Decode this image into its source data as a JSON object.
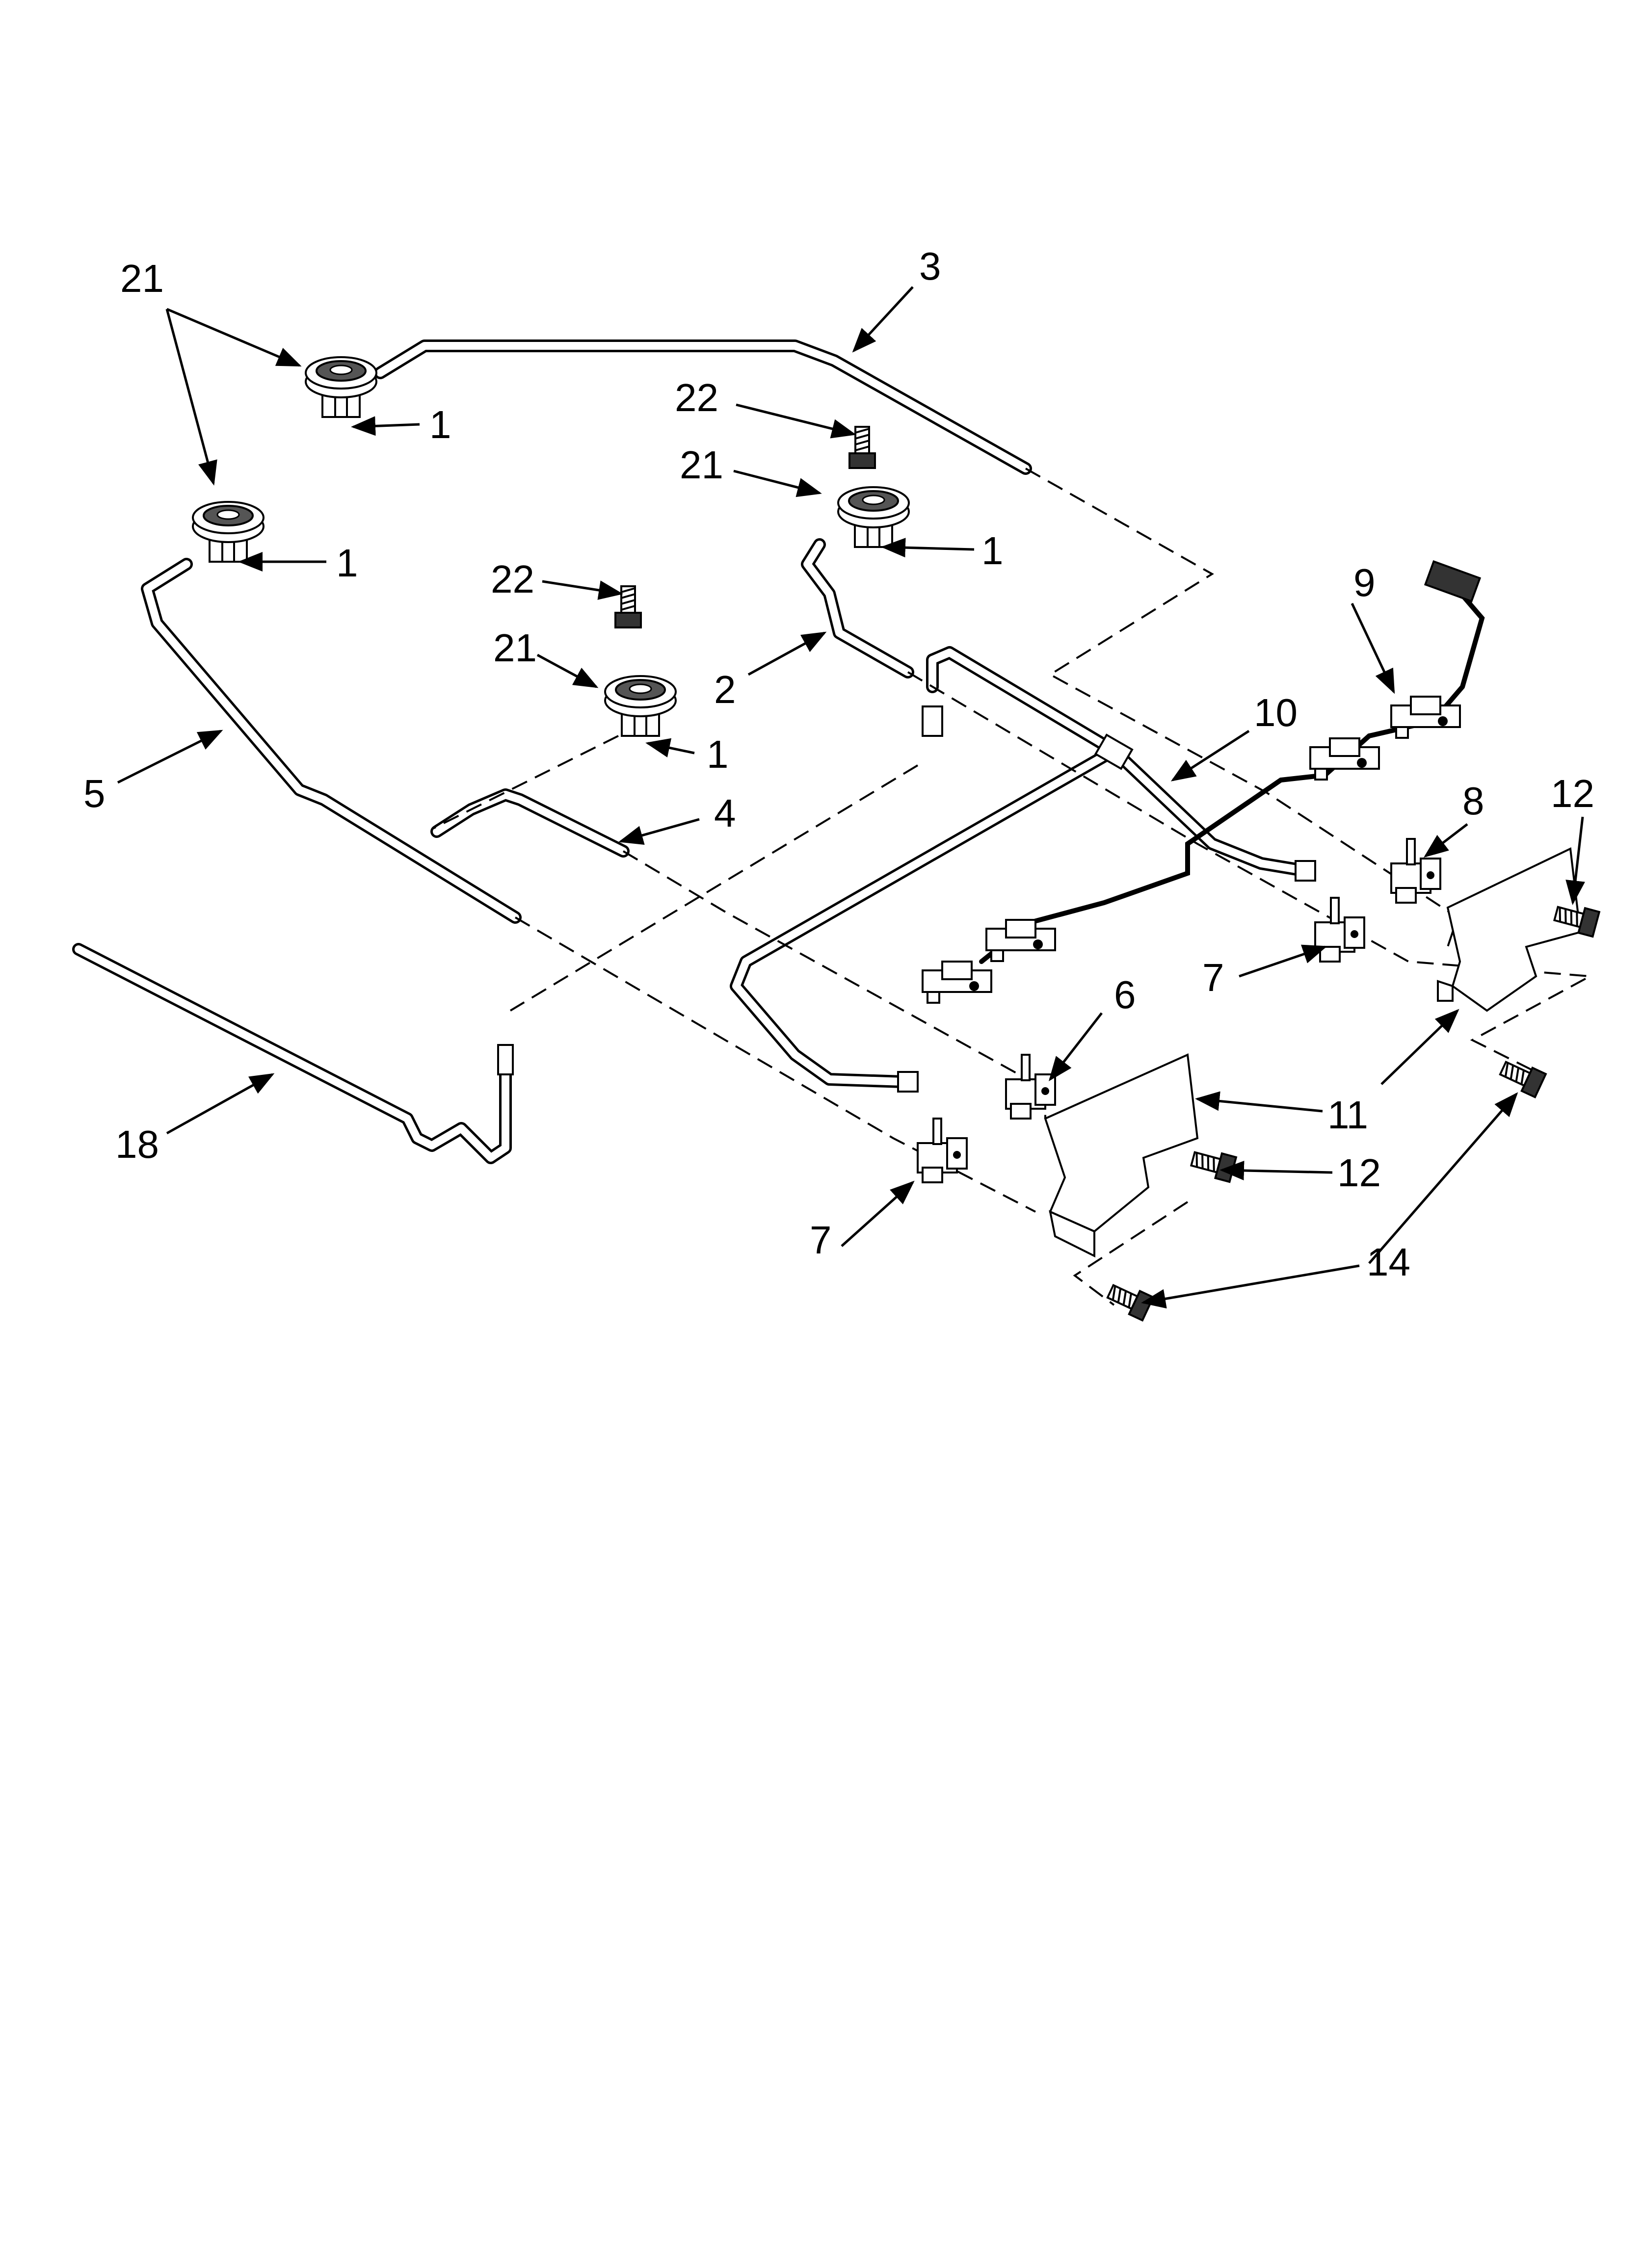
{
  "diagram": {
    "callouts": [
      {
        "id": "c21a",
        "text": "21"
      },
      {
        "id": "c3",
        "text": "3"
      },
      {
        "id": "c1a",
        "text": "1"
      },
      {
        "id": "c22a",
        "text": "22"
      },
      {
        "id": "c21b",
        "text": "21"
      },
      {
        "id": "c1b",
        "text": "1"
      },
      {
        "id": "c1c",
        "text": "1"
      },
      {
        "id": "c22b",
        "text": "22"
      },
      {
        "id": "c9",
        "text": "9"
      },
      {
        "id": "c21c",
        "text": "21"
      },
      {
        "id": "c2",
        "text": "2"
      },
      {
        "id": "c10",
        "text": "10"
      },
      {
        "id": "c1d",
        "text": "1"
      },
      {
        "id": "c5",
        "text": "5"
      },
      {
        "id": "c8",
        "text": "8"
      },
      {
        "id": "c12a",
        "text": "12"
      },
      {
        "id": "c4",
        "text": "4"
      },
      {
        "id": "c7a",
        "text": "7"
      },
      {
        "id": "c6",
        "text": "6"
      },
      {
        "id": "c11",
        "text": "11"
      },
      {
        "id": "c18",
        "text": "18"
      },
      {
        "id": "c12b",
        "text": "12"
      },
      {
        "id": "c7b",
        "text": "7"
      },
      {
        "id": "c14",
        "text": "14"
      }
    ]
  }
}
